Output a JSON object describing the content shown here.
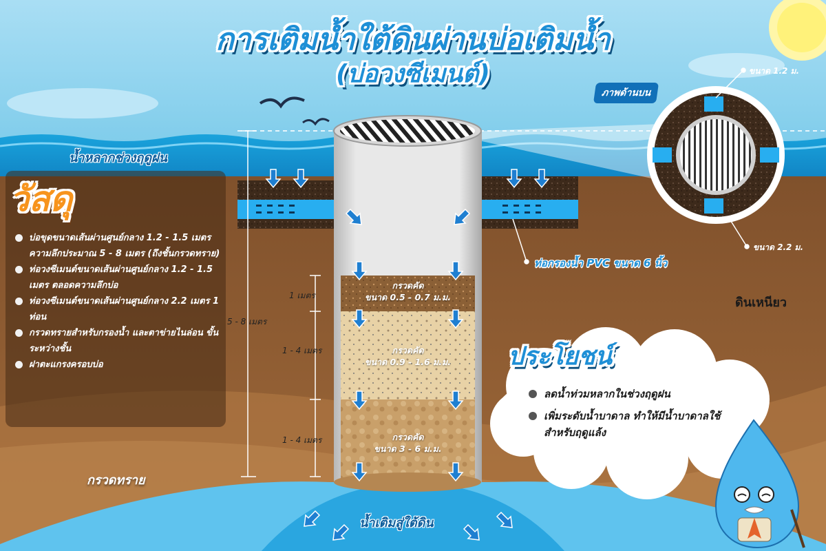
{
  "title": {
    "line1": "การเติมน้ำใต้ดินผ่านบ่อเติมน้ำ",
    "line2": "(บ่อวงซีเมนต์)"
  },
  "labels": {
    "flood": "น้ำหลากช่วงฤดูฝน",
    "pipe": "ท่อกรองน้ำ PVC ขนาด 6 นิ้ว",
    "clay": "ดินเหนียว",
    "sand": "กรวดทราย",
    "recharge": "น้ำเติมสู่ใต้ดิน",
    "top_view": "ภาพด้านบน",
    "size_inner": "ขนาด 1.2 ม.",
    "size_outer": "ขนาด 2.2 ม."
  },
  "depths": {
    "total": "5 - 8  เมตร",
    "layer1": "1  เมตร",
    "layer2": "1 - 4 เมตร",
    "layer3": "1 - 4 เมตร"
  },
  "layers": [
    {
      "name": "กรวดคัด",
      "size": "ขนาด 0.5 - 0.7 ม.ม."
    },
    {
      "name": "กรวดคัด",
      "size": "ขนาด 0.9 - 1.6 ม.ม."
    },
    {
      "name": "กรวดคัด",
      "size": "ขนาด 3 - 6 ม.ม."
    }
  ],
  "materials": {
    "title": "วัสดุ",
    "items": [
      "บ่อขุดขนาดเส้นผ่านศูนย์กลาง 1.2 - 1.5 เมตร ความลึกประมาณ 5 - 8 เมตร (ถึงชั้นกรวดทราย)",
      "ท่อวงซีเมนต์ขนาดเส้นผ่านศูนย์กลาง 1.2 - 1.5 เมตร ตลอดความลึกบ่อ",
      "ท่อวงซีเมนต์ขนาดเส้นผ่านศูนย์กลาง 2.2 เมตร 1 ท่อน",
      "กรวดทรายสำหรับกรองน้ำ และตาข่ายไนล่อน ขั้นระหว่างชั้น",
      "ฝาตะแกรงครอบบ่อ"
    ]
  },
  "benefits": {
    "title": "ประโยชน์",
    "items": [
      "ลดน้ำท่วมหลากในช่วงฤดูฝน",
      "เพิ่มระดับน้ำบาดาล ทำให้มีน้ำบาดาลใช้สำหรับฤดูแล้ง"
    ]
  },
  "colors": {
    "sky": "#8ed3ee",
    "sea": "#1aa3dc",
    "soil": "#8a5a32",
    "soil_dark": "#6b4224",
    "title_blue": "#1e8fd6",
    "orange": "#f7941d",
    "pipe_blue": "#28aef0"
  }
}
